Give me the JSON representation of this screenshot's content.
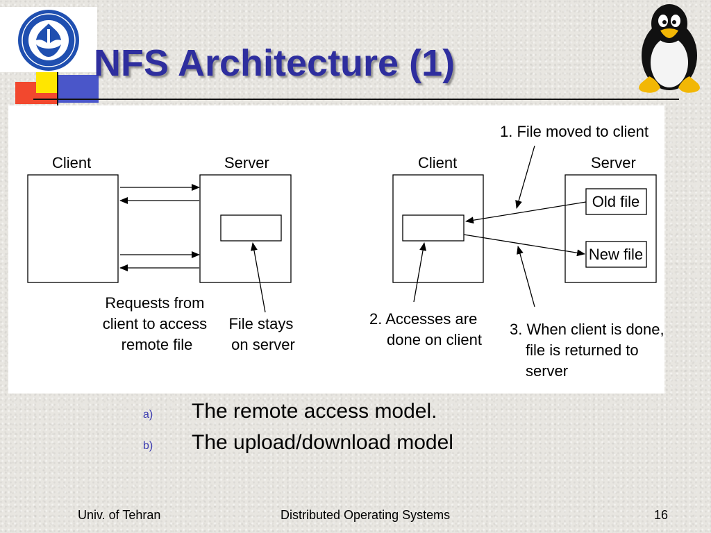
{
  "slide": {
    "title": "NFS Architecture (1)"
  },
  "diagram": {
    "model_a": {
      "client_label": "Client",
      "server_label": "Server",
      "caption_requests": [
        "Requests from",
        "client to access",
        "remote file"
      ],
      "caption_file_stays": [
        "File stays",
        "on server"
      ]
    },
    "model_b": {
      "client_label": "Client",
      "server_label": "Server",
      "old_file": "Old file",
      "new_file": "New file",
      "step1": "1. File moved to client",
      "step2": [
        "2. Accesses are",
        "done on client"
      ],
      "step3": [
        "3. When client is done,",
        "file is returned to",
        "server"
      ]
    }
  },
  "bullets": [
    {
      "marker": "a)",
      "text": "The remote access model."
    },
    {
      "marker": "b)",
      "text": "The upload/download model"
    }
  ],
  "footer": {
    "left": "Univ. of Tehran",
    "center": "Distributed Operating Systems",
    "page": "16"
  },
  "colors": {
    "title": "#2e2e9e",
    "accent_red": "#f2482e",
    "accent_yellow": "#ffe600",
    "accent_blue": "#4a56c9",
    "logo_blue": "#1f4fb0"
  },
  "icons": {
    "logo": "university-of-tehran-logo-icon",
    "penguin": "linux-penguin-icon"
  }
}
